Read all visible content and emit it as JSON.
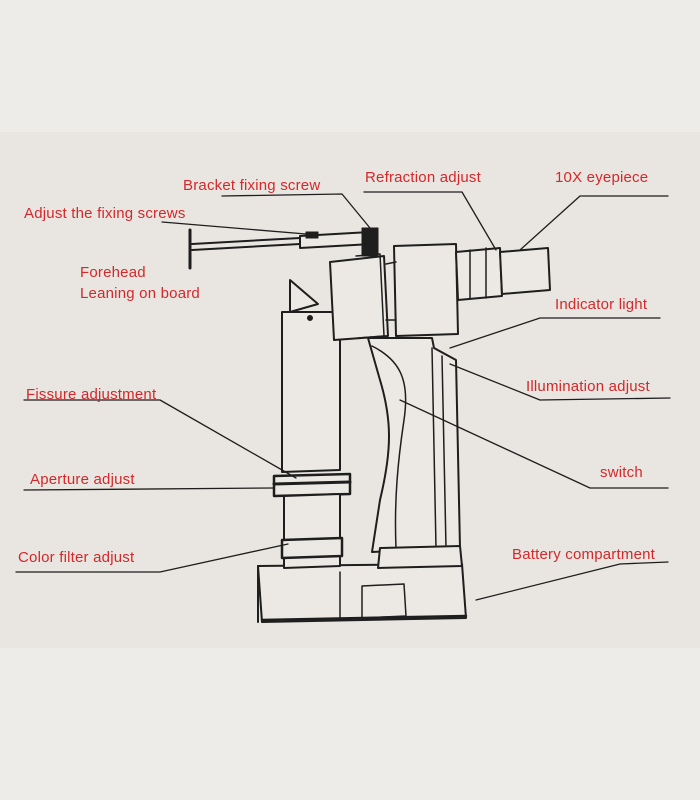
{
  "diagram": {
    "labels": {
      "bracket_fixing_screw": "Bracket fixing screw",
      "refraction_adjust": "Refraction   adjust",
      "eyepiece": "10X eyepiece",
      "adjust_fixing_screws": "Adjust the fixing screws",
      "forehead": "Forehead",
      "leaning_on_board": "Leaning on board",
      "indicator_light": "Indicator light",
      "fissure_adjustment": "Fissure adjustment",
      "illumination_adjust": "Illumination  adjust",
      "switch": "switch",
      "aperture_adjust": "Aperture  adjust",
      "color_filter_adjust": "Color filter   adjust",
      "battery_compartment": "Battery compartment"
    },
    "colors": {
      "label_text": "#d4282b",
      "line": "#1e1e1e",
      "background": "#e9e6e1"
    }
  }
}
